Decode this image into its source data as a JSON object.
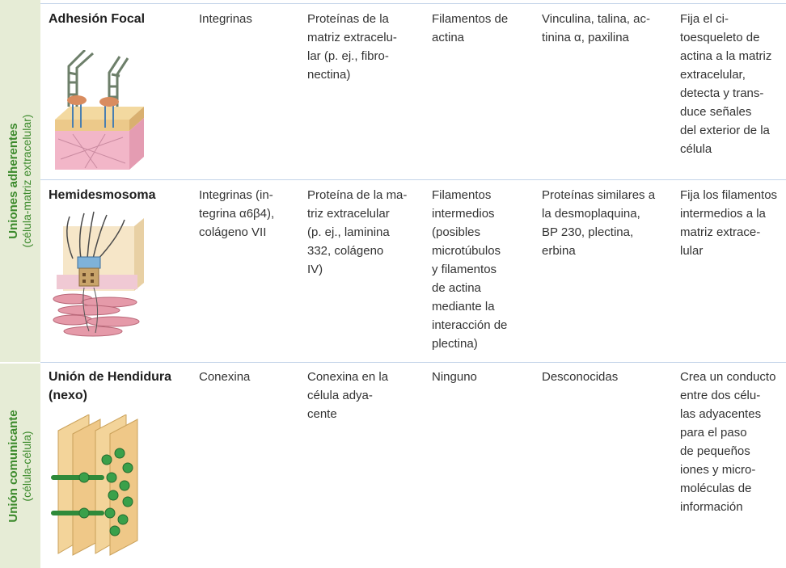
{
  "groups": {
    "adherentes": {
      "title": "Uniones adherentes",
      "subtitle": "(célula-matriz extracelular)"
    },
    "comunicante": {
      "title": "Unión comunicante",
      "subtitle": "(célula-célula)"
    }
  },
  "rows": [
    {
      "name": "Adhesión Focal",
      "col2": [
        "Integrinas"
      ],
      "col3": [
        "Proteínas de la",
        "matriz extracelu-",
        "lar (p. ej., fibro-",
        "nectina)"
      ],
      "col4": [
        "Filamentos de",
        "actina"
      ],
      "col5": [
        "Vinculina, talina, ac-",
        "tinina α, paxilina"
      ],
      "col6": [
        "Fija el ci-",
        "toesqueleto de",
        "actina a la matriz",
        "extracelular,",
        "detecta y trans-",
        "duce señales",
        "del exterior de la",
        "célula"
      ]
    },
    {
      "name": "Hemidesmosoma",
      "col2": [
        "Integrinas (in-",
        "tegrina α6β4),",
        "colágeno VII"
      ],
      "col3": [
        "Proteína de la ma-",
        "triz extracelular",
        "(p. ej., laminina",
        "332, colágeno",
        "IV)"
      ],
      "col4": [
        "Filamentos",
        "intermedios",
        "(posibles",
        "microtúbulos",
        "y filamentos",
        "de actina",
        "mediante la",
        "interacción de",
        "plectina)"
      ],
      "col5": [
        "Proteínas similares a",
        "la desmoplaquina,",
        "BP 230, plectina,",
        "erbina"
      ],
      "col6": [
        "Fija los filamentos",
        "intermedios a la",
        "matriz extrace-",
        "lular"
      ]
    },
    {
      "name": "Unión de Hendidura",
      "name2": "(nexo)",
      "col2": [
        "Conexina"
      ],
      "col3": [
        "Conexina en la",
        "célula adya-",
        "cente"
      ],
      "col4": [
        "Ninguno"
      ],
      "col5": [
        "Desconocidas"
      ],
      "col6": [
        "Crea un conducto",
        "entre dos célu-",
        "las adyacentes",
        "para el paso",
        "de pequeños",
        "iones y micro-",
        "moléculas de",
        "información"
      ]
    }
  ]
}
